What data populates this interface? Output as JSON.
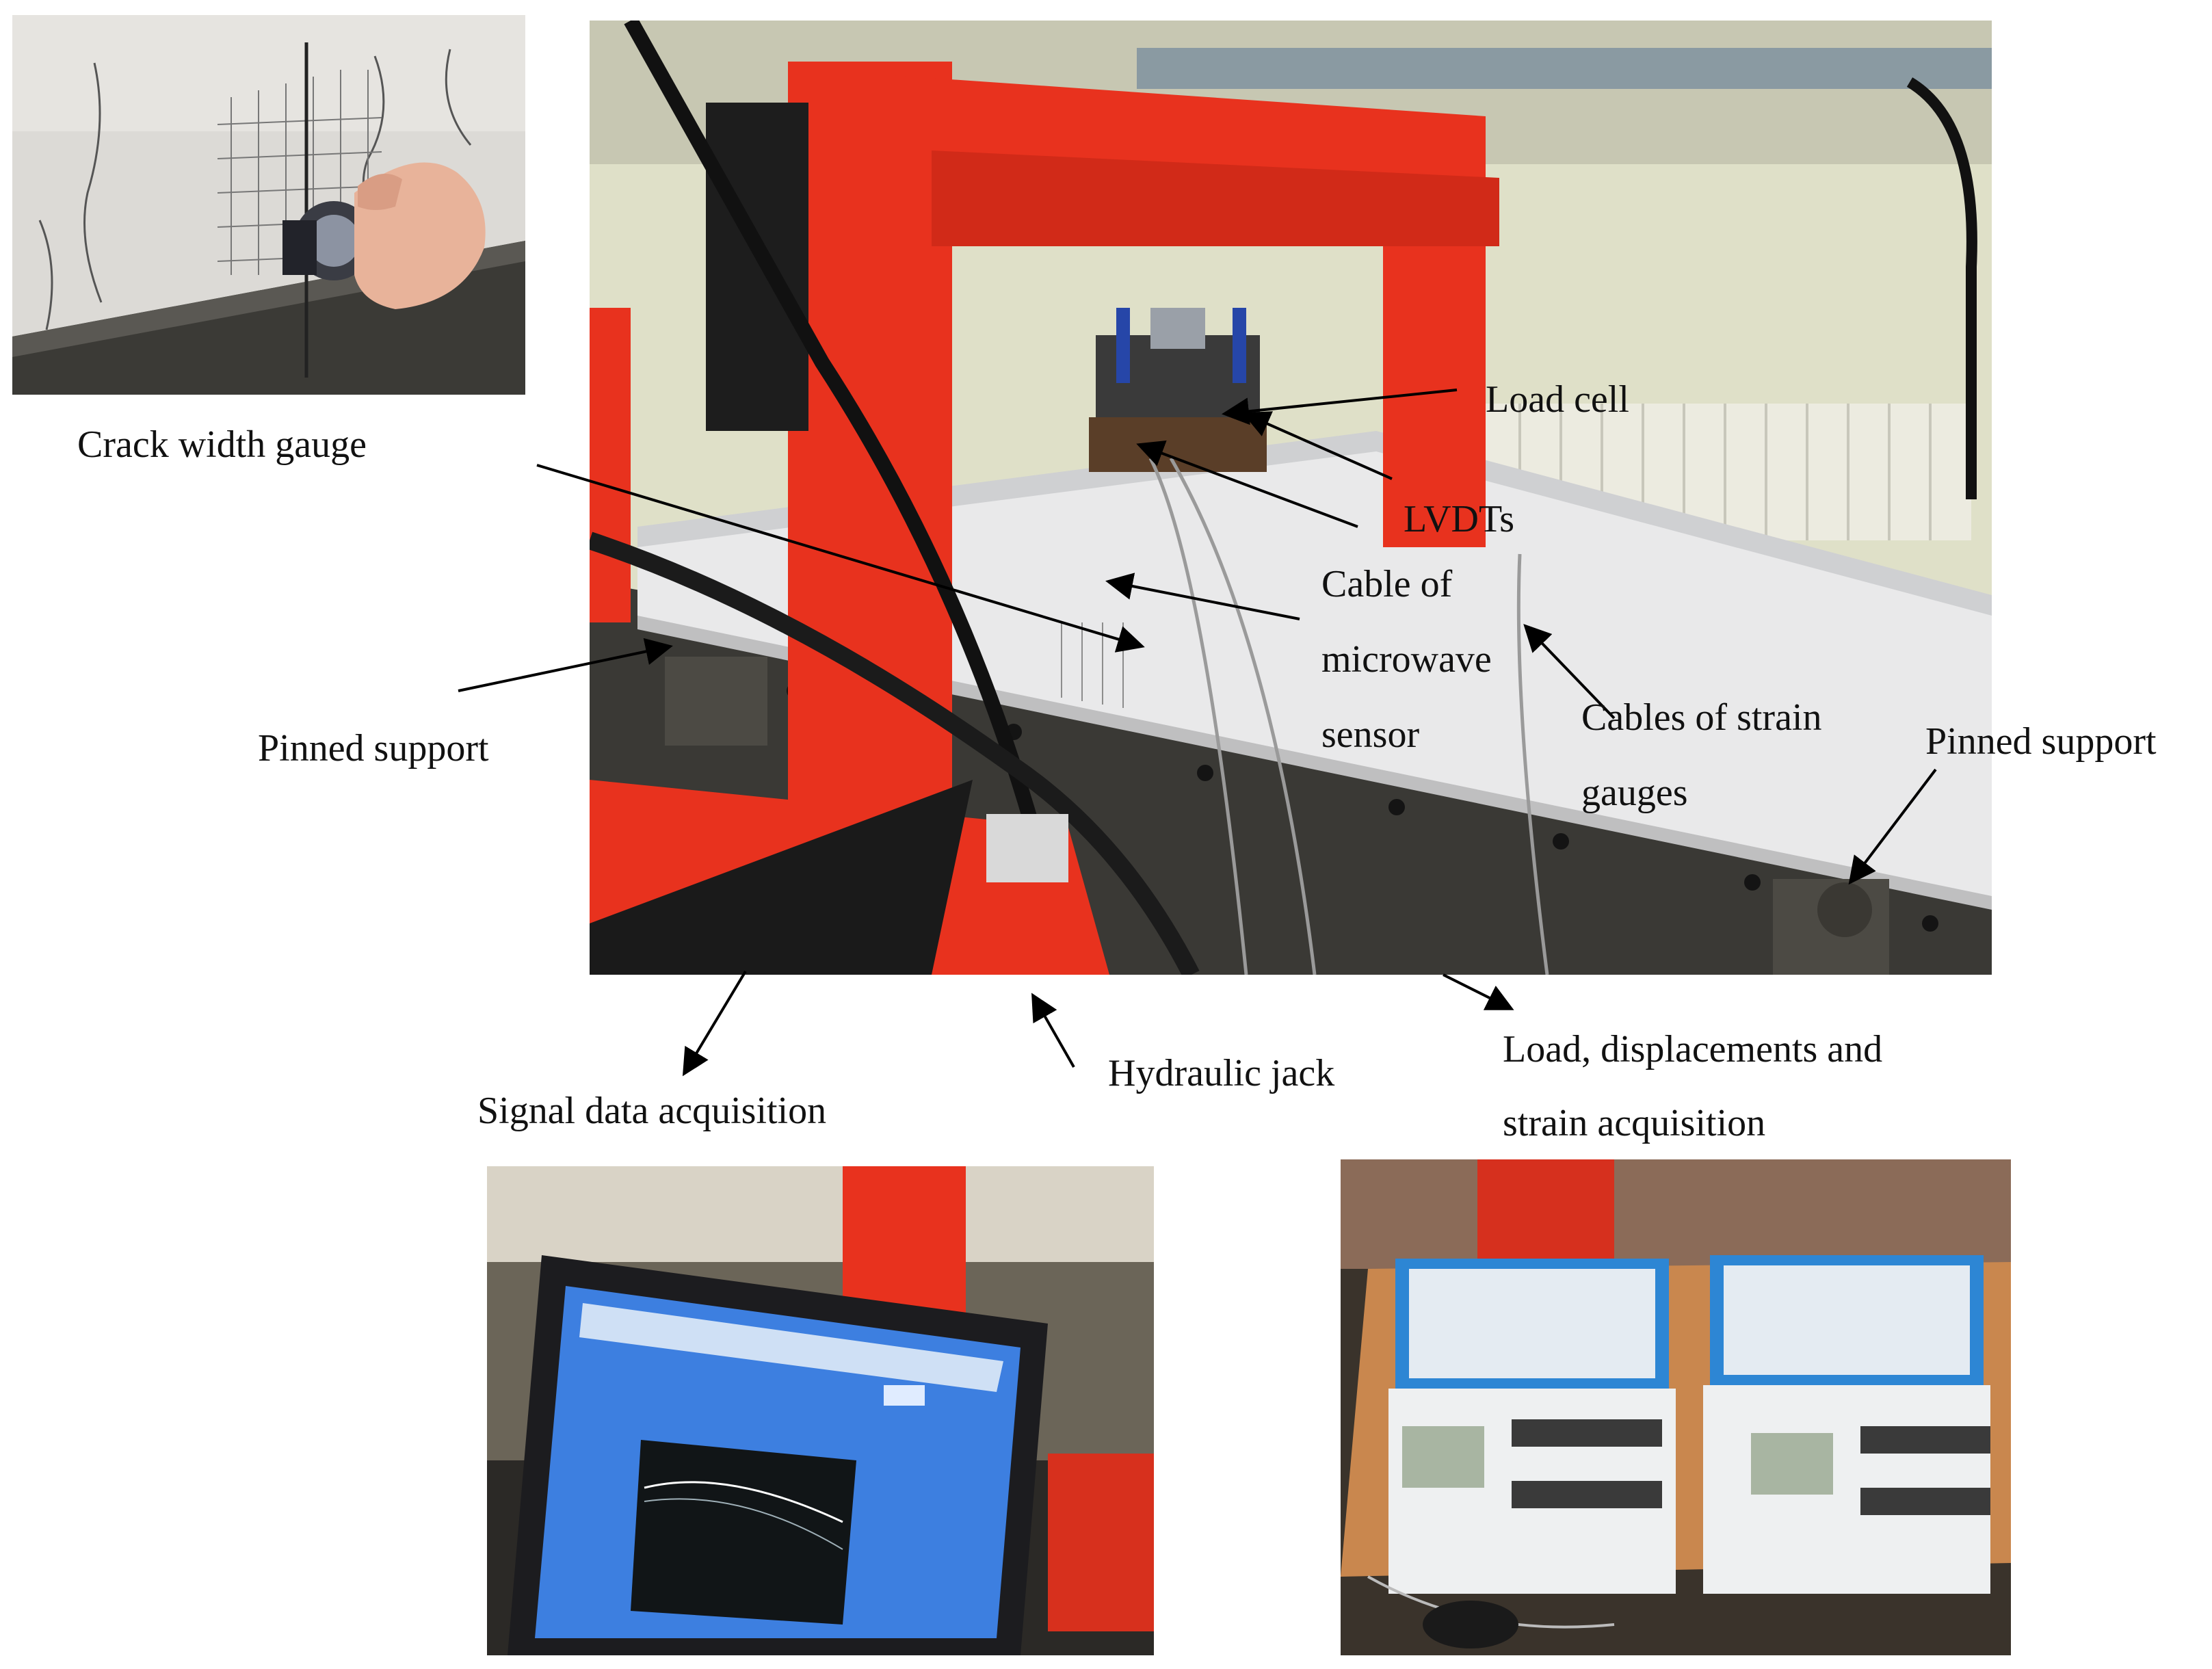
{
  "labels": {
    "crack_width_gauge": "Crack width gauge",
    "load_cell": "Load cell",
    "lvdts": "LVDTs",
    "cable_of": "Cable of",
    "microwave": "microwave",
    "sensor": "sensor",
    "cables_of_strain": "Cables of strain",
    "gauges": "gauges",
    "pinned_support_left": "Pinned support",
    "pinned_support_right": "Pinned support",
    "signal_data_acquisition": "Signal data acquisition",
    "hydraulic_jack": "Hydraulic jack",
    "load_displacements": "Load, displacements and",
    "strain_acquisition": "strain acquisition"
  },
  "photos": {
    "crack_gauge_inset": "crack-width-gauge-photo",
    "main_setup": "beam-test-setup-photo",
    "laptop": "signal-acquisition-laptop-photo",
    "dataloggers": "strain-dataloggers-photo"
  },
  "colors": {
    "frame_red": "#e8321e",
    "beam_white": "#e9e9ea",
    "laptop_screen": "#3d7fe0",
    "logger_blue": "#2d86d4",
    "bench_wood": "#c9874e"
  }
}
